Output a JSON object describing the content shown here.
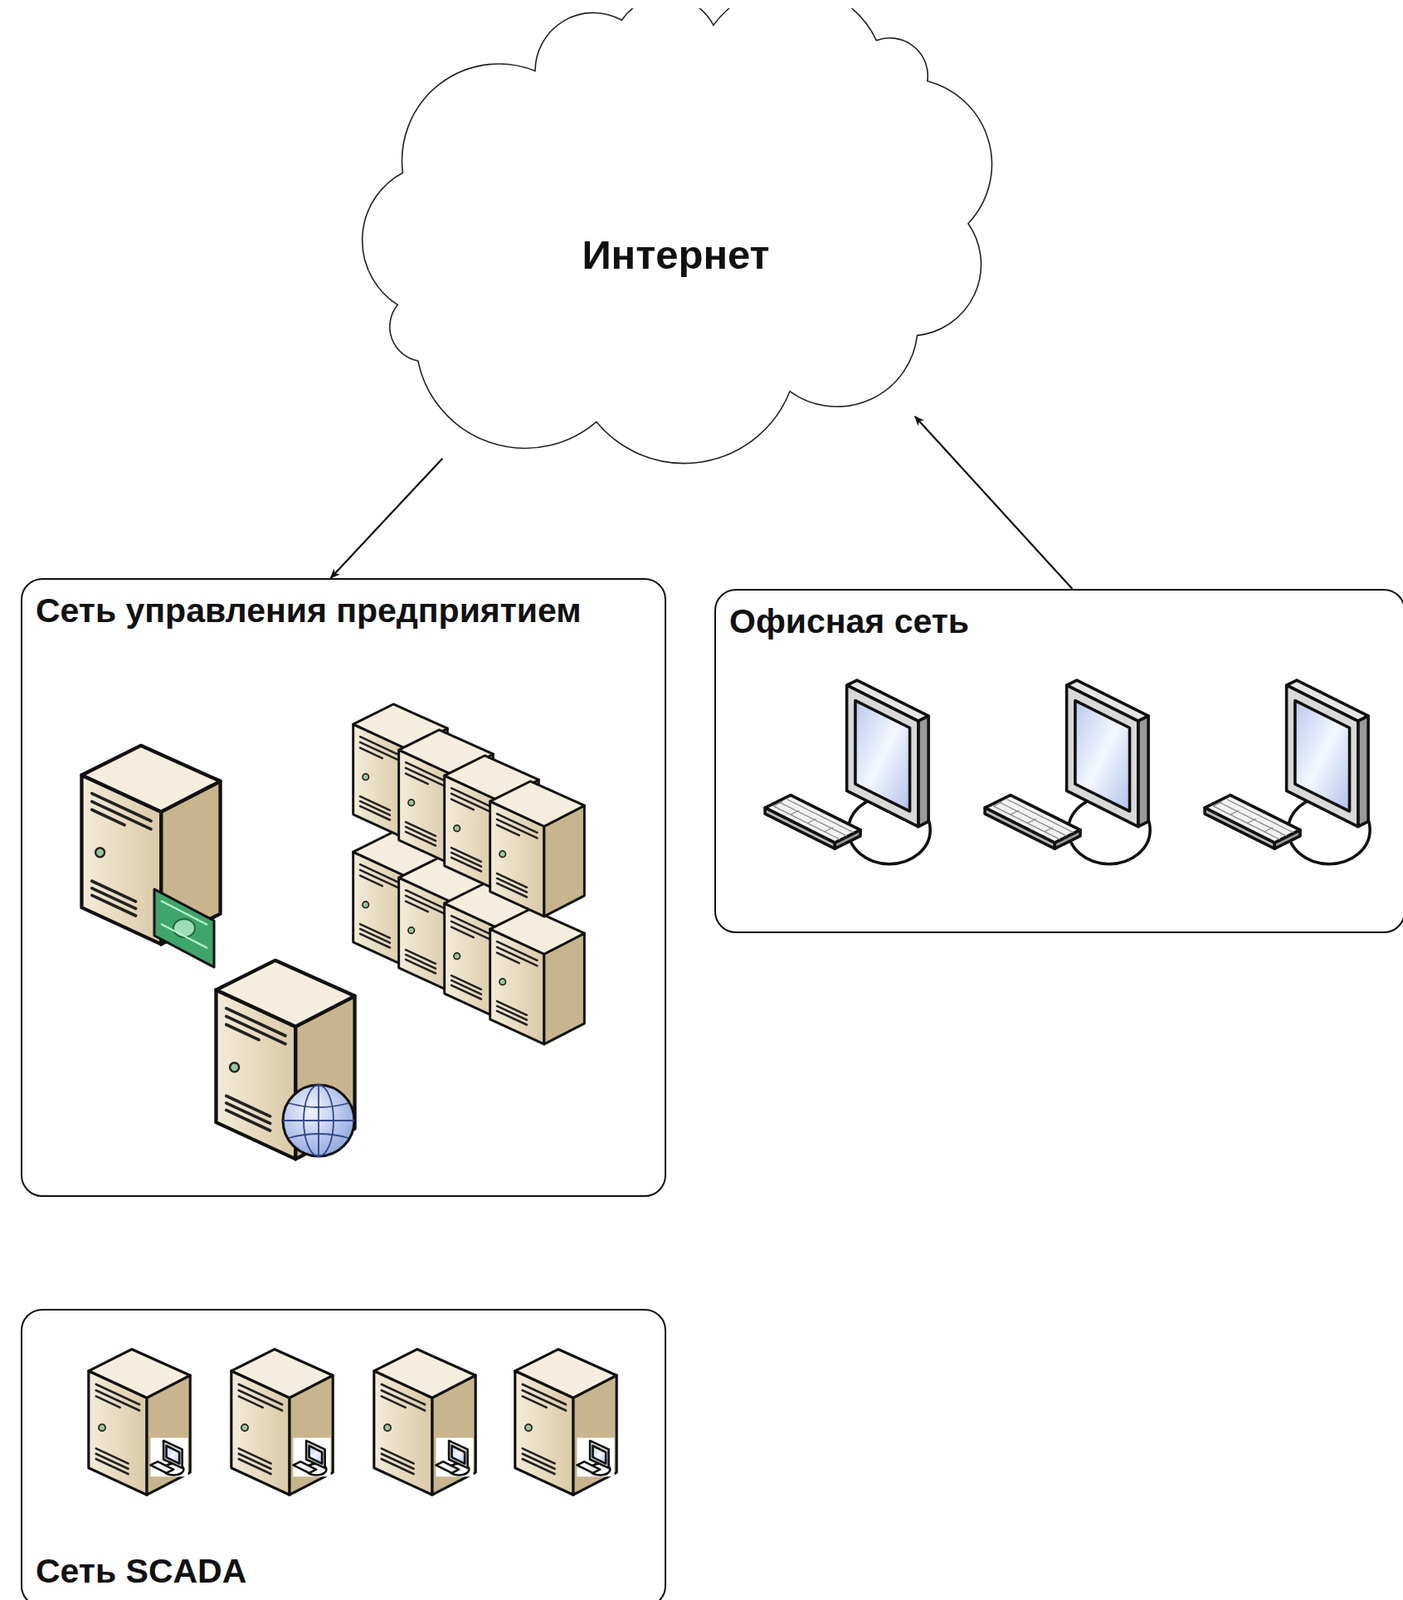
{
  "diagram": {
    "nodes": [
      {
        "text": [
          "Интернет"
        ]
      },
      {
        "text": [
          "Сеть управления предприятием"
        ]
      },
      {
        "text": [
          "Офисная сеть"
        ]
      },
      {
        "text": [
          "Сеть SCADA"
        ]
      }
    ],
    "edges": [
      {
        "from": 0,
        "to": 1,
        "arrow": "to"
      },
      {
        "from": 2,
        "to": 0,
        "arrow": "to"
      }
    ]
  }
}
